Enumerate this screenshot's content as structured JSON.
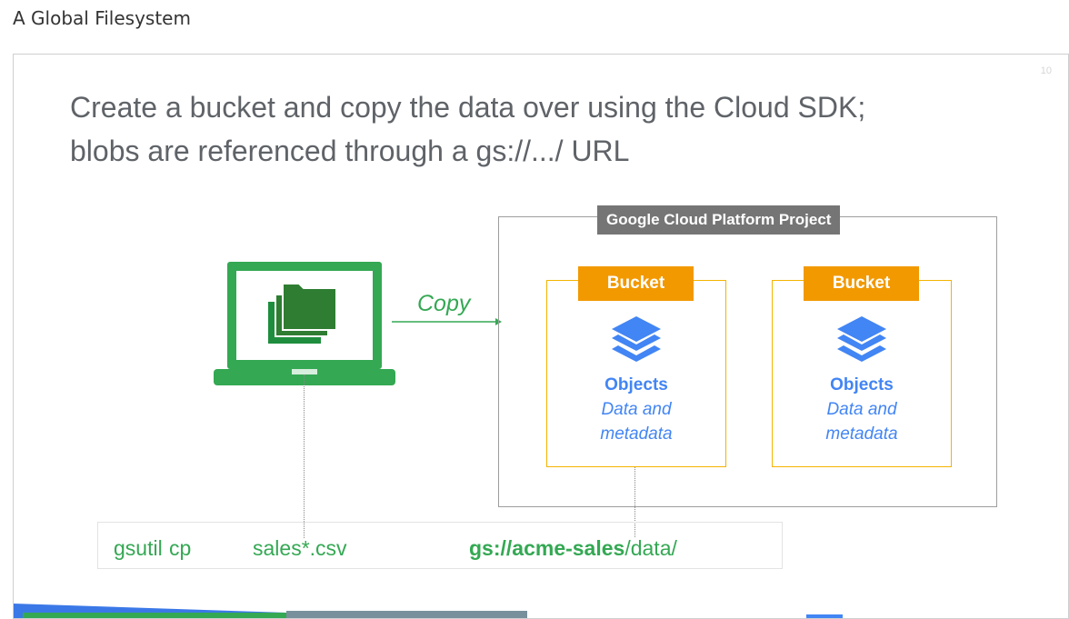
{
  "page": {
    "heading": "A Global Filesystem"
  },
  "slide": {
    "number": "10",
    "title_line1": "Create a bucket and copy the data over using the Cloud SDK;",
    "title_line2": "blobs are referenced through a gs://.../ URL",
    "project_label": "Google Cloud Platform Project",
    "copy_label": "Copy",
    "buckets": [
      {
        "label": "Bucket",
        "objects_title": "Objects",
        "desc_line1": "Data and",
        "desc_line2": "metadata"
      },
      {
        "label": "Bucket",
        "objects_title": "Objects",
        "desc_line1": "Data and",
        "desc_line2": "metadata"
      }
    ],
    "command": {
      "tool": "gsutil",
      "subcommand": "cp",
      "source": "sales*.csv",
      "dest_scheme": "gs://",
      "dest_bucket": "acme-sales",
      "dest_path": "/data/"
    }
  },
  "colors": {
    "green": "#34a853",
    "dark_green": "#2e7d32",
    "blue": "#4285f4",
    "orange": "#f29900",
    "gray_label": "#757575"
  },
  "icons": {
    "laptop": "laptop-with-folders-icon",
    "objects": "stacked-layers-icon",
    "arrow": "arrow-right-icon"
  }
}
